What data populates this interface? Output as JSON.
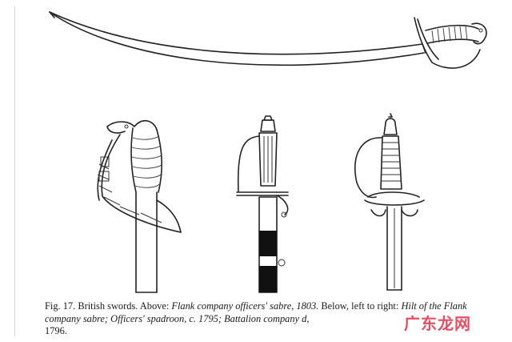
{
  "caption": {
    "fig_label": "Fig. 17.",
    "title": "British swords.",
    "text_above": "Above:",
    "above_item": "Flank company officers' sabre, 1803.",
    "text_below": "Below, left to right:",
    "item_1": "Hilt of the Flank company sabre;",
    "item_2": "Officers' spadroon, c. 1795;",
    "item_3": "Battalion company ",
    "item_3_end": "d,",
    "year": "1796."
  },
  "watermark": {
    "text": "广东龙网",
    "color": "#e0304a"
  }
}
